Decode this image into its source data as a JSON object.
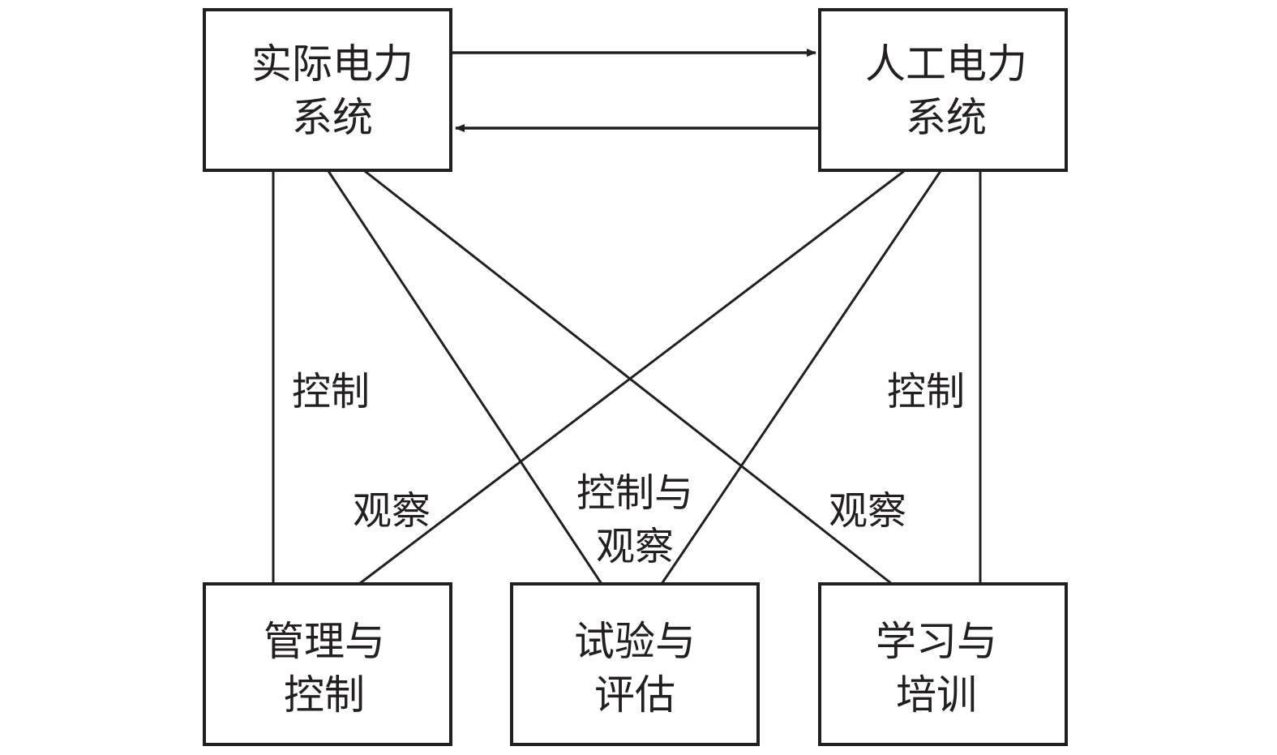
{
  "diagram": {
    "nodes": {
      "real_system": {
        "line1": "实际电力",
        "line2": "系统"
      },
      "artificial_system": {
        "line1": "人工电力",
        "line2": "系统"
      },
      "management_control": {
        "line1": "管理与",
        "line2": "控制"
      },
      "test_evaluation": {
        "line1": "试验与",
        "line2": "评估"
      },
      "learning_training": {
        "line1": "学习与",
        "line2": "培训"
      }
    },
    "labels": {
      "left_control": "控制",
      "left_observe": "观察",
      "center_line1": "控制与",
      "center_line2": "观察",
      "right_observe": "观察",
      "right_control": "控制"
    },
    "colors": {
      "line": "#231f20",
      "background": "#ffffff"
    }
  }
}
